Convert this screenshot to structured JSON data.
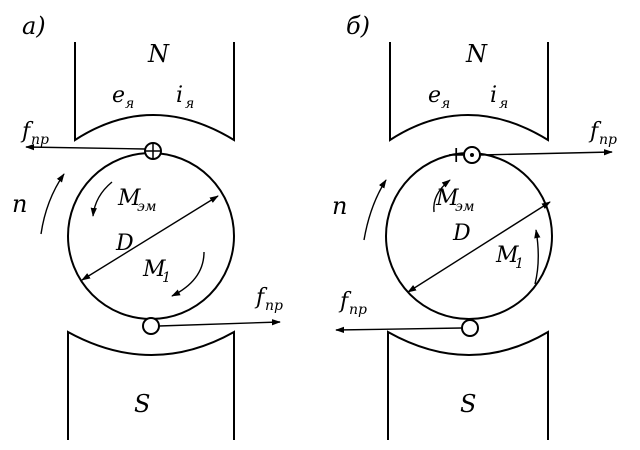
{
  "panel_a": {
    "tag": "а)",
    "north": "N",
    "south": "S",
    "emf_main": "e",
    "emf_sub": "я",
    "cur_main": "i",
    "cur_sub": "я",
    "force_top_main": "f",
    "force_top_sub": "пр",
    "force_bot_main": "f",
    "force_bot_sub": "пр",
    "speed": "n",
    "torque_em_main": "M",
    "torque_em_sub": "эм",
    "diameter": "D",
    "torque_1_main": "M",
    "torque_1_sub": "1"
  },
  "panel_b": {
    "tag": "б)",
    "north": "N",
    "south": "S",
    "emf_main": "e",
    "emf_sub": "я",
    "cur_main": "i",
    "cur_sub": "я",
    "plus": "+",
    "force_top_main": "f",
    "force_top_sub": "пр",
    "force_bot_main": "f",
    "force_bot_sub": "пр",
    "speed": "n",
    "torque_em_main": "M",
    "torque_em_sub": "эм",
    "diameter": "D",
    "torque_1_main": "M",
    "torque_1_sub": "1"
  }
}
